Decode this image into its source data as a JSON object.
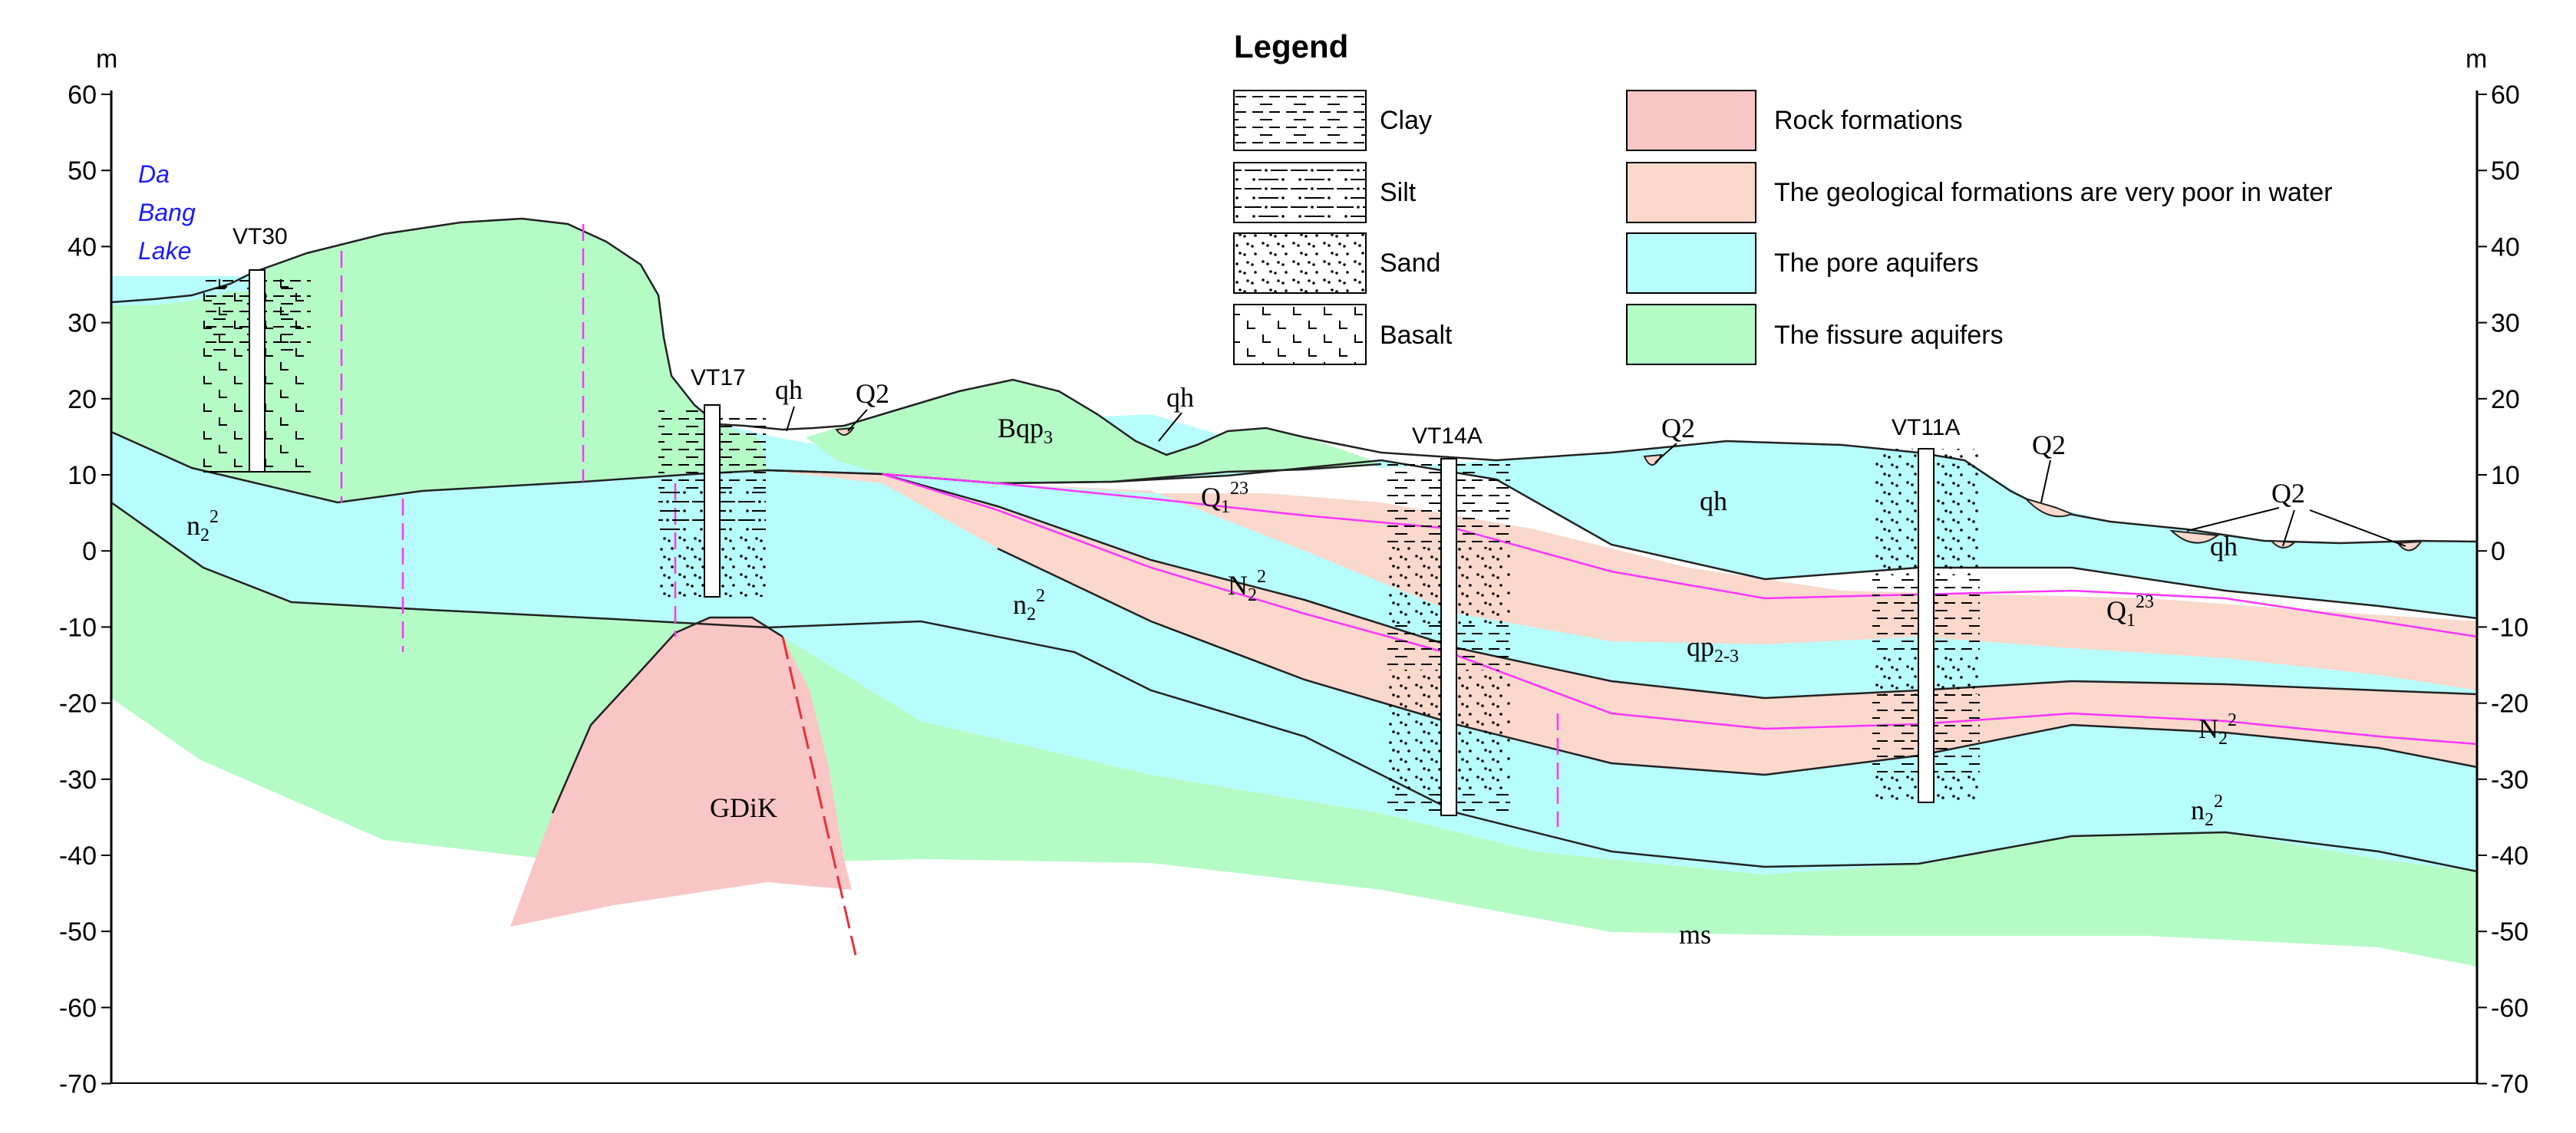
{
  "axis": {
    "unit": "m",
    "ticks": [
      "60",
      "50",
      "40",
      "30",
      "20",
      "10",
      "0",
      "-10",
      "-20",
      "-30",
      "-40",
      "-50",
      "-60",
      "-70"
    ]
  },
  "legend": {
    "title": "Legend",
    "patterns": [
      {
        "label": "Clay",
        "icon": "clay-pattern-icon"
      },
      {
        "label": "Silt",
        "icon": "silt-pattern-icon"
      },
      {
        "label": "Sand",
        "icon": "sand-pattern-icon"
      },
      {
        "label": "Basalt",
        "icon": "basalt-pattern-icon"
      }
    ],
    "zones": [
      {
        "label": "Rock formations",
        "color": "#f9c6c6"
      },
      {
        "label": "The geological formations are very poor in water",
        "color": "#fbd8cc"
      },
      {
        "label": "The pore aquifers",
        "color": "#b7fdfd"
      },
      {
        "label": "The fissure aquifers",
        "color": "#b5fbc6"
      }
    ]
  },
  "lake": {
    "line1": "Da",
    "line2": "Bang",
    "line3": "Lake"
  },
  "wells": {
    "vt30": "VT30",
    "vt17": "VT17",
    "vt14a": "VT14A",
    "vt11a": "VT11A"
  },
  "units": {
    "qh": "qh",
    "q2": "Q2",
    "bqp_main": "Bqp",
    "bqp_sub": "3",
    "q1_main": "Q",
    "q1_sub": "1",
    "q1_sup": "23",
    "n2_lower_main": "n",
    "n2_lower_sub": "2",
    "n2_lower_sup": "2",
    "n2_upper_main": "N",
    "n2_upper_sub": "2",
    "n2_upper_sup": "2",
    "qp_main": "qp",
    "qp_sub": "2-3",
    "gdik": "GDiK",
    "ms": "ms"
  },
  "colors": {
    "fissure": "#b5fbc6",
    "pore": "#b7fdfd",
    "poor": "#fbd8cc",
    "rock": "#f9c6c6",
    "boundary_magenta": "#ff33ff",
    "fault_red": "#e8303a",
    "lake_text": "#1a1aff"
  }
}
